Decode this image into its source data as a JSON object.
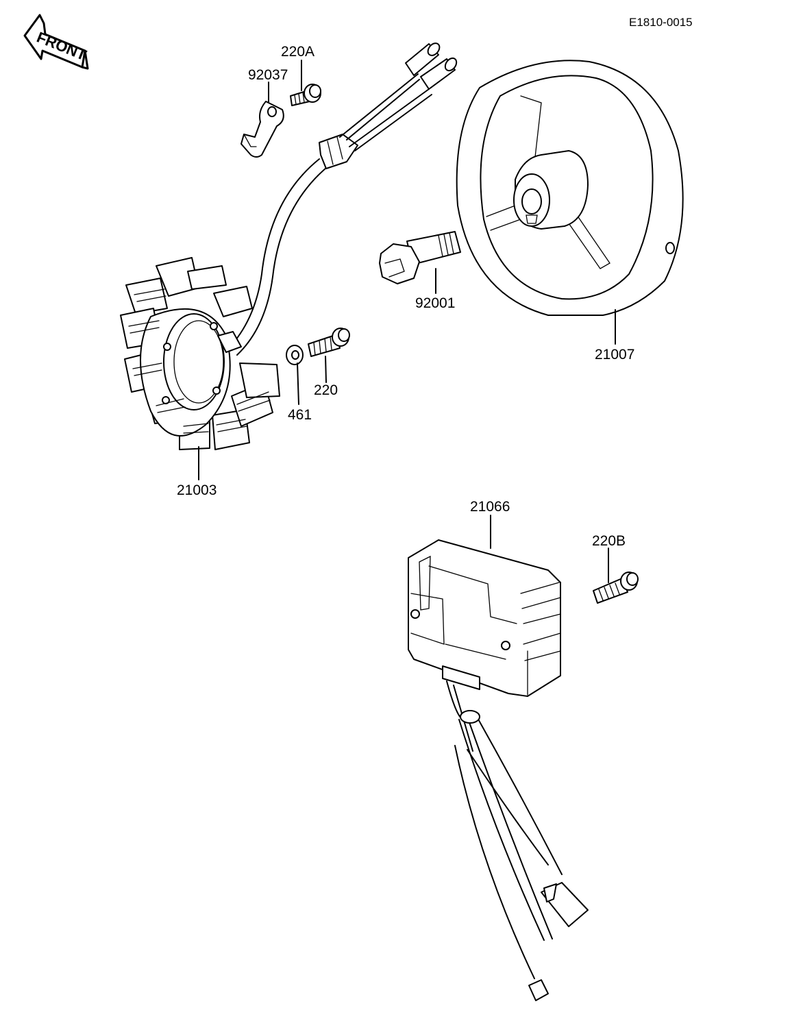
{
  "diagram": {
    "reference_code": "E1810-0015",
    "front_indicator": "FRONT",
    "parts": [
      {
        "id": "220A",
        "label": "220A"
      },
      {
        "id": "92037",
        "label": "92037"
      },
      {
        "id": "92001",
        "label": "92001"
      },
      {
        "id": "21007",
        "label": "21007"
      },
      {
        "id": "220",
        "label": "220"
      },
      {
        "id": "461",
        "label": "461"
      },
      {
        "id": "21003",
        "label": "21003"
      },
      {
        "id": "21066",
        "label": "21066"
      },
      {
        "id": "220B",
        "label": "220B"
      }
    ]
  }
}
